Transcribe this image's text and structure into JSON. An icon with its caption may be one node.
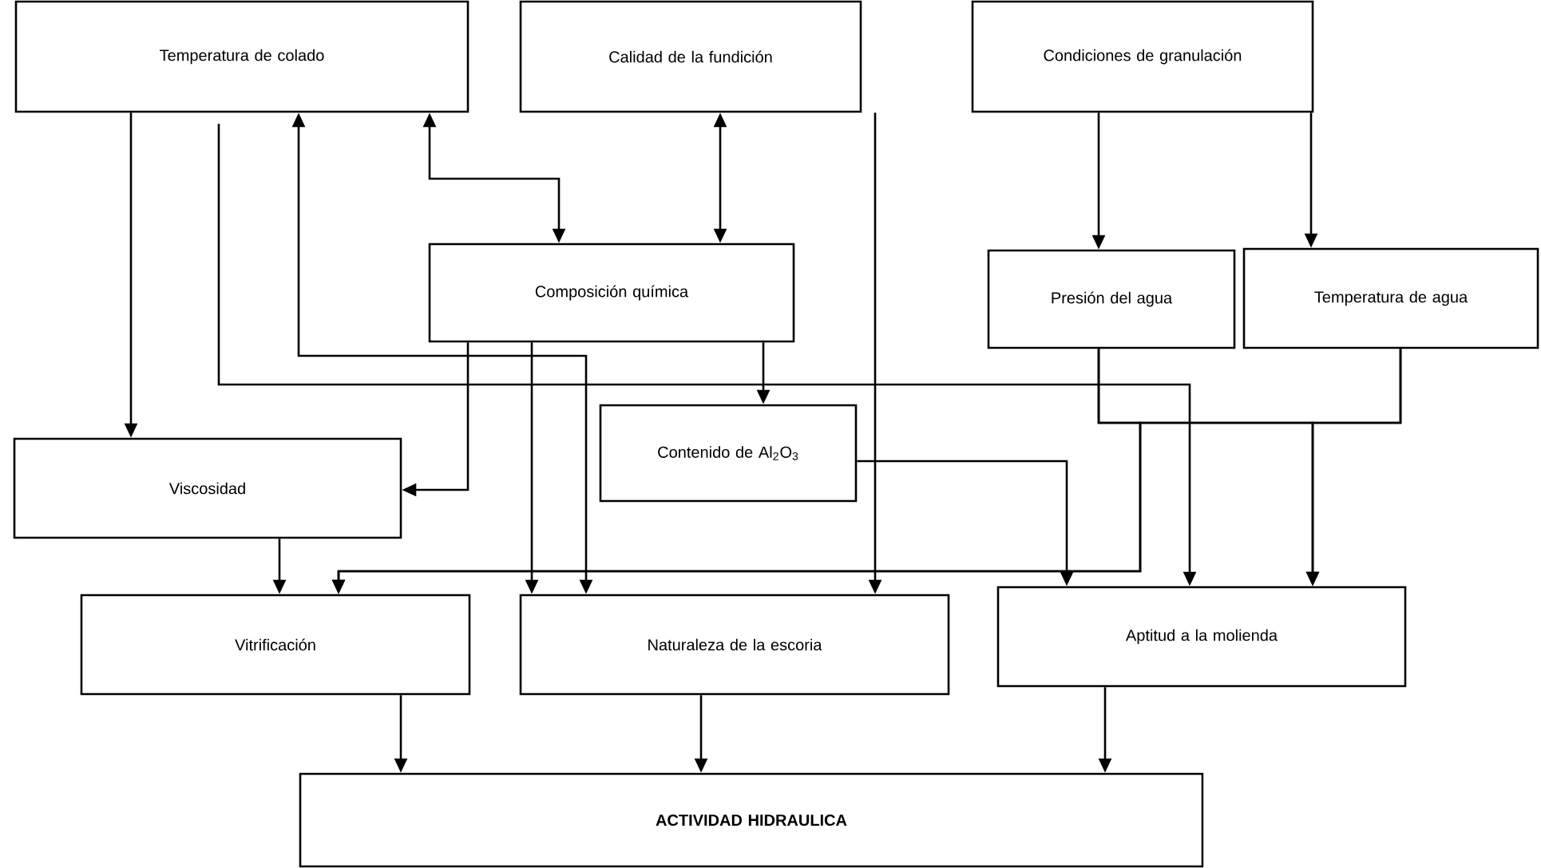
{
  "diagram": {
    "nodes": [
      {
        "text": [
          "Temperatura de colado"
        ]
      },
      {
        "text": [
          "Calidad de la fundición"
        ]
      },
      {
        "text": [
          "Condiciones de granulación"
        ]
      },
      {
        "text": [
          "Composición química"
        ]
      },
      {
        "text": [
          "Presión del agua"
        ]
      },
      {
        "text": [
          "Temperatura de agua"
        ]
      },
      {
        "text": [
          "Contenido de Al$_{2}$O$_{3}$"
        ]
      },
      {
        "text": [
          "Viscosidad"
        ]
      },
      {
        "text": [
          "Vitrificación"
        ]
      },
      {
        "text": [
          "Naturaleza de la escoria"
        ]
      },
      {
        "text": [
          "Aptitud a la molienda"
        ]
      },
      {
        "text": [
          "ACTIVIDAD HIDRAULICA"
        ]
      }
    ],
    "edges": [
      {
        "from": 0,
        "to": 7,
        "arrow": "to"
      },
      {
        "from": 0,
        "to": 3,
        "arrow": "both"
      },
      {
        "from": 1,
        "to": 3,
        "arrow": "both"
      },
      {
        "from": 2,
        "to": 4,
        "arrow": "to"
      },
      {
        "from": 2,
        "to": 5,
        "arrow": "to"
      },
      {
        "from": 0,
        "to": 10,
        "arrow": "to"
      },
      {
        "from": 0,
        "to": 9,
        "arrow": "both"
      },
      {
        "from": 3,
        "to": 7,
        "arrow": "to"
      },
      {
        "from": 3,
        "to": 9,
        "arrow": "to"
      },
      {
        "from": 3,
        "to": 6,
        "arrow": "to"
      },
      {
        "from": 1,
        "to": 9,
        "arrow": "to"
      },
      {
        "from": 6,
        "to": 10,
        "arrow": "to"
      },
      {
        "from": 4,
        "to": 8,
        "arrow": "to"
      },
      {
        "from": 5,
        "to": 8,
        "arrow": "to"
      },
      {
        "from": 4,
        "to": 10,
        "arrow": "to"
      },
      {
        "from": 5,
        "to": 10,
        "arrow": "to"
      },
      {
        "from": 7,
        "to": 8,
        "arrow": "to"
      },
      {
        "from": 8,
        "to": 11,
        "arrow": "to"
      },
      {
        "from": 9,
        "to": 11,
        "arrow": "to"
      },
      {
        "from": 10,
        "to": 11,
        "arrow": "to"
      }
    ]
  }
}
